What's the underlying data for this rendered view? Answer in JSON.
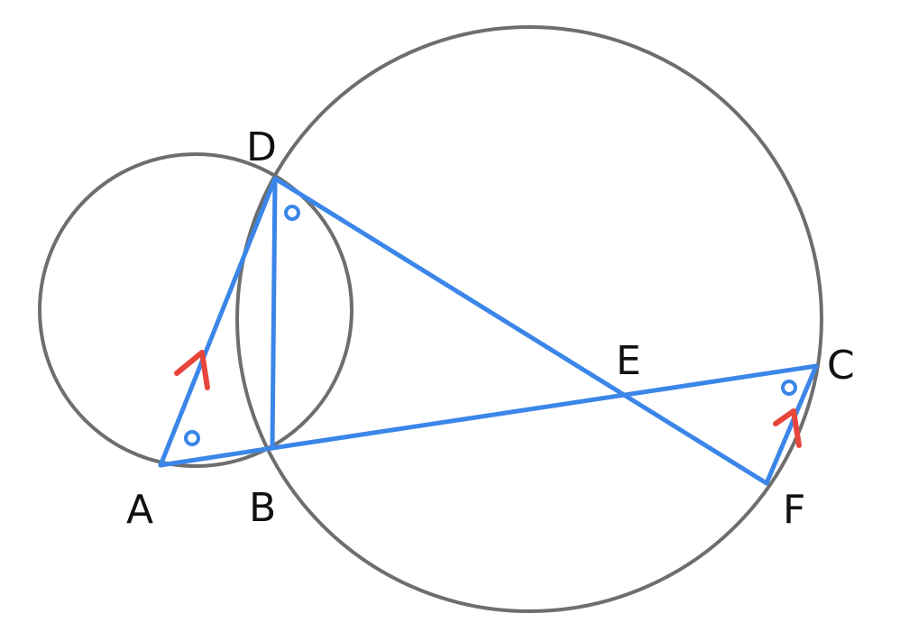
{
  "labels": {
    "A": "A",
    "B": "B",
    "C": "C",
    "D": "D",
    "E": "E",
    "F": "F"
  },
  "colors": {
    "circle": "#6e6e6e",
    "segment": "#3b86e8",
    "parallel_mark": "#e8453c",
    "angle_mark": "#3b86e8",
    "label": "#111111"
  }
}
